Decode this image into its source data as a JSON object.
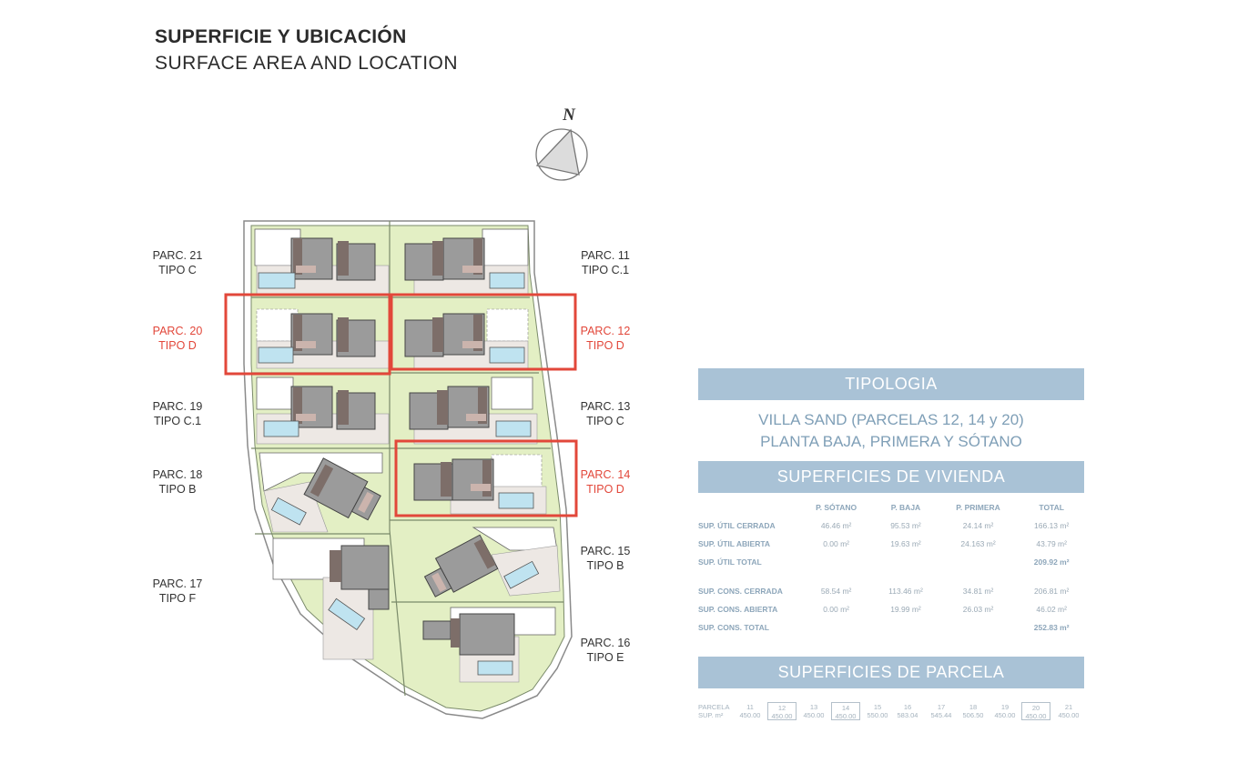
{
  "header": {
    "title_es": "SUPERFICIE Y UBICACIÓN",
    "title_en": "SURFACE AREA AND LOCATION"
  },
  "compass": {
    "label": "N"
  },
  "colors": {
    "highlight": "#e2473a",
    "panel_bar": "#a9c2d6",
    "panel_text": "#7f9fb7",
    "lawn": "#e3efc4",
    "building": "#9b9b9b",
    "pool": "#bfe3f0"
  },
  "parcels": [
    {
      "id": "21",
      "label": "PARC. 21",
      "type": "TIPO C",
      "highlighted": false
    },
    {
      "id": "20",
      "label": "PARC. 20",
      "type": "TIPO D",
      "highlighted": true
    },
    {
      "id": "19",
      "label": "PARC. 19",
      "type": "TIPO C.1",
      "highlighted": false
    },
    {
      "id": "18",
      "label": "PARC. 18",
      "type": "TIPO B",
      "highlighted": false
    },
    {
      "id": "17",
      "label": "PARC. 17",
      "type": "TIPO F",
      "highlighted": false
    },
    {
      "id": "11",
      "label": "PARC. 11",
      "type": "TIPO C.1",
      "highlighted": false
    },
    {
      "id": "12",
      "label": "PARC. 12",
      "type": "TIPO D",
      "highlighted": true
    },
    {
      "id": "13",
      "label": "PARC. 13",
      "type": "TIPO C",
      "highlighted": false
    },
    {
      "id": "14",
      "label": "PARC. 14",
      "type": "TIPO D",
      "highlighted": true
    },
    {
      "id": "15",
      "label": "PARC. 15",
      "type": "TIPO B",
      "highlighted": false
    },
    {
      "id": "16",
      "label": "PARC. 16",
      "type": "TIPO E",
      "highlighted": false
    }
  ],
  "panel": {
    "tipologia_label": "TIPOLOGIA",
    "subtitle_line1": "VILLA SAND (PARCELAS 12, 14 y 20)",
    "subtitle_line2": "PLANTA BAJA, PRIMERA Y SÓTANO",
    "vivienda_label": "SUPERFICIES DE VIVIENDA",
    "columns": [
      "",
      "P. SÓTANO",
      "P. BAJA",
      "P. PRIMERA",
      "TOTAL"
    ],
    "rows_util": [
      {
        "label": "SUP. ÚTIL CERRADA",
        "sotano": "46.46 m²",
        "baja": "95.53 m²",
        "primera": "24.14 m²",
        "total": "166.13 m²"
      },
      {
        "label": "SUP. ÚTIL ABIERTA",
        "sotano": "0.00 m²",
        "baja": "19.63 m²",
        "primera": "24.163 m²",
        "total": "43.79 m²"
      },
      {
        "label": "SUP. ÚTIL TOTAL",
        "sotano": "",
        "baja": "",
        "primera": "",
        "total": "209.92  m²"
      }
    ],
    "rows_cons": [
      {
        "label": "SUP. CONS. CERRADA",
        "sotano": "58.54 m²",
        "baja": "113.46 m²",
        "primera": "34.81 m²",
        "total": "206.81 m²"
      },
      {
        "label": "SUP. CONS. ABIERTA",
        "sotano": "0.00 m²",
        "baja": "19.99 m²",
        "primera": "26.03 m²",
        "total": "46.02 m²"
      },
      {
        "label": "SUP. CONS. TOTAL",
        "sotano": "",
        "baja": "",
        "primera": "",
        "total": "252.83 m²"
      }
    ],
    "parcela_label": "SUPERFICIES DE PARCELA",
    "parcela_row_labels": [
      "PARCELA",
      "SUP. m²"
    ],
    "parcela_table": [
      {
        "num": "11",
        "area": "450.00",
        "boxed": false
      },
      {
        "num": "12",
        "area": "450.00",
        "boxed": true
      },
      {
        "num": "13",
        "area": "450.00",
        "boxed": false
      },
      {
        "num": "14",
        "area": "450.00",
        "boxed": true
      },
      {
        "num": "15",
        "area": "550.00",
        "boxed": false
      },
      {
        "num": "16",
        "area": "583.04",
        "boxed": false
      },
      {
        "num": "17",
        "area": "545.44",
        "boxed": false
      },
      {
        "num": "18",
        "area": "506.50",
        "boxed": false
      },
      {
        "num": "19",
        "area": "450.00",
        "boxed": false
      },
      {
        "num": "20",
        "area": "450.00",
        "boxed": true
      },
      {
        "num": "21",
        "area": "450.00",
        "boxed": false
      }
    ]
  }
}
